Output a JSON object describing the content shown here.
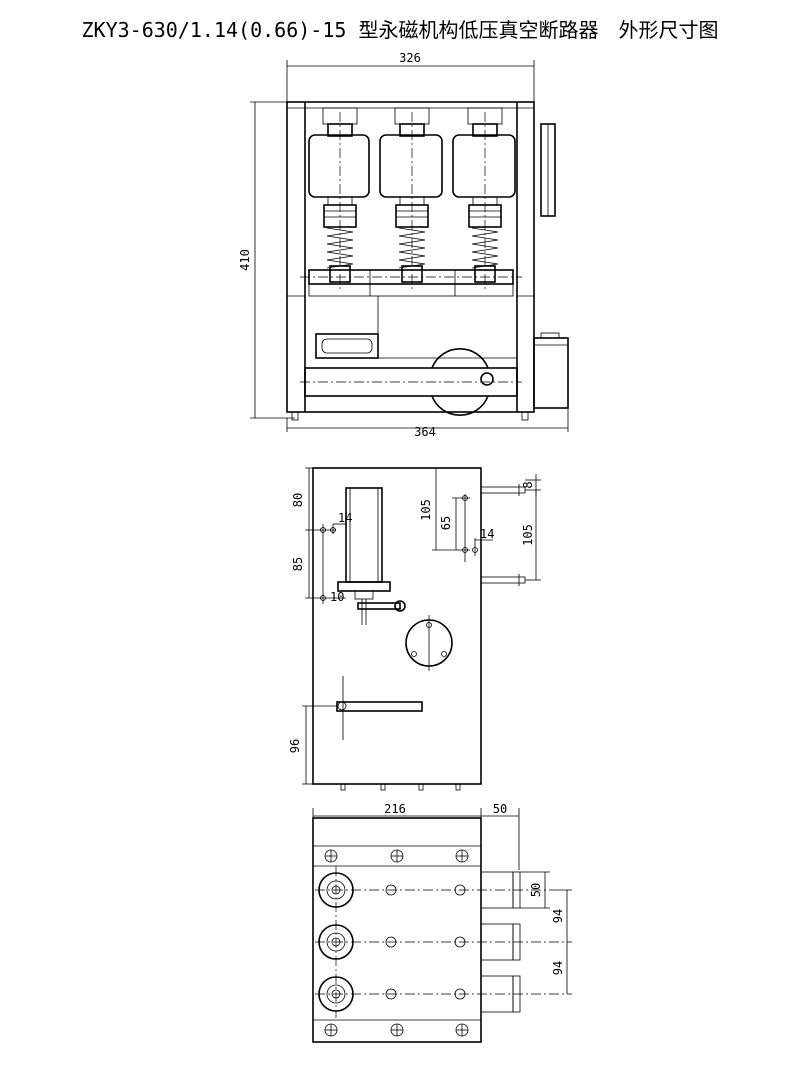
{
  "title": "ZKY3-630/1.14(0.66)-15 型永磁机构低压真空断路器　外形尺寸图",
  "front_view": {
    "width_top": "326",
    "height": "410",
    "width_bottom": "364"
  },
  "side_view": {
    "d80": "80",
    "d14_left": "14",
    "d85": "85",
    "d10": "10",
    "d96": "96",
    "d105_a": "105",
    "d65": "65",
    "d14_right": "14",
    "d8": "8",
    "d105_b": "105"
  },
  "top_view": {
    "width": "216",
    "ext": "50",
    "d50": "50",
    "d94_a": "94",
    "d94_b": "94"
  }
}
